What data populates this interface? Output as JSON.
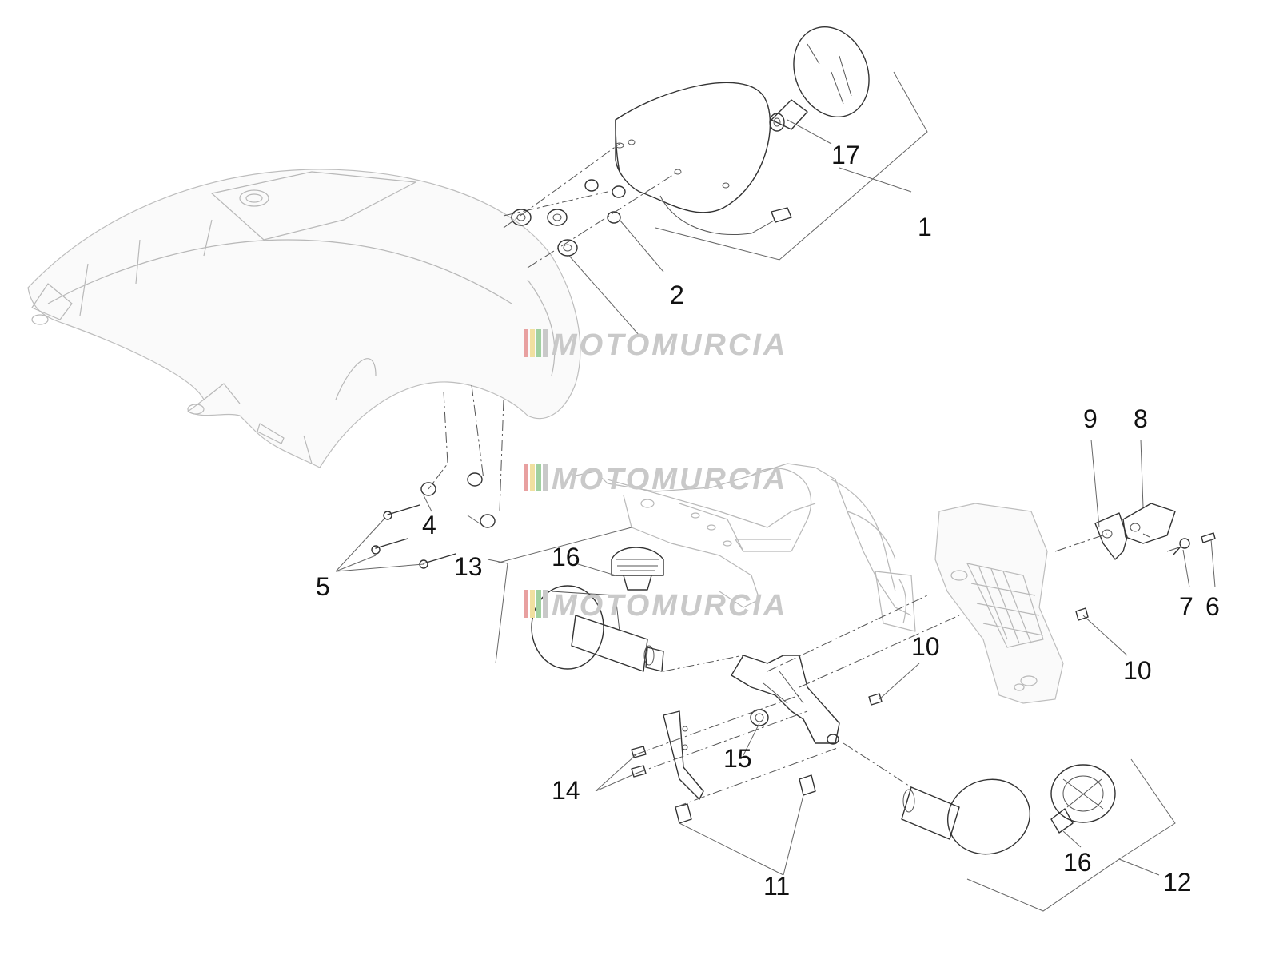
{
  "watermark": {
    "text": "MOTOMURCIA",
    "stripe_colors": [
      "#e8a0a0",
      "#f0e0a0",
      "#a0d0a0",
      "#c9c9c9"
    ]
  },
  "callouts": {
    "c1": "1",
    "c2": "2",
    "c4": "4",
    "c5": "5",
    "c6": "6",
    "c7": "7",
    "c8": "8",
    "c9": "9",
    "c10a": "10",
    "c10b": "10",
    "c11": "11",
    "c12": "12",
    "c13": "13",
    "c14": "14",
    "c15": "15",
    "c16a": "16",
    "c16b": "16",
    "c17": "17"
  }
}
